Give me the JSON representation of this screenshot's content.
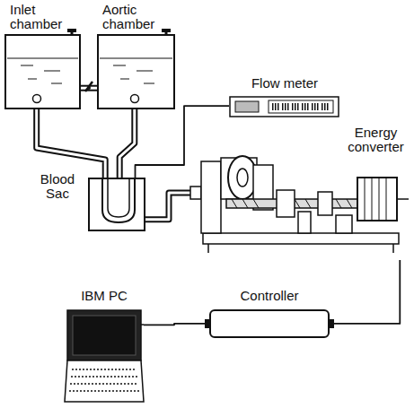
{
  "diagram": {
    "nodes": [
      {
        "text": [
          "Inlet chamber"
        ]
      },
      {
        "text": [
          "Aortic chamber"
        ]
      },
      {
        "text": [
          "Flow meter"
        ]
      },
      {
        "text": [
          "Blood Sac"
        ]
      },
      {
        "text": [
          "Energy converter"
        ]
      },
      {
        "text": [
          "IBM PC"
        ]
      },
      {
        "text": [
          "Controller"
        ]
      }
    ],
    "edges": [
      {
        "from": 0,
        "to": 1,
        "arrow": "none"
      },
      {
        "from": 0,
        "to": 3,
        "arrow": "none"
      },
      {
        "from": 1,
        "to": 3,
        "arrow": "none"
      },
      {
        "from": 2,
        "to": 3,
        "arrow": "none"
      },
      {
        "from": 3,
        "to": 4,
        "arrow": "none"
      },
      {
        "from": 5,
        "to": 6,
        "arrow": "none"
      },
      {
        "from": 6,
        "to": 4,
        "arrow": "none"
      }
    ]
  }
}
